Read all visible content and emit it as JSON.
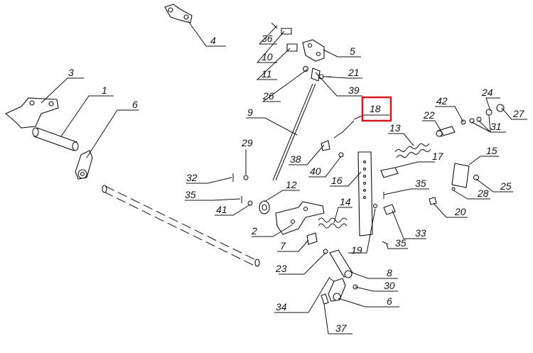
{
  "diagram": {
    "highlight_color": "#d7141a",
    "highlighted_part": "18",
    "callouts": {
      "c1": "1",
      "c2": "2",
      "c3": "3",
      "c4": "4",
      "c5": "5",
      "c6a": "6",
      "c6b": "6",
      "c7": "7",
      "c8": "8",
      "c9": "9",
      "c10": "10",
      "c11": "11",
      "c12": "12",
      "c13": "13",
      "c14": "14",
      "c15": "15",
      "c16": "16",
      "c17": "17",
      "c18": "18",
      "c19": "19",
      "c20": "20",
      "c21": "21",
      "c22": "22",
      "c23": "23",
      "c24": "24",
      "c25": "25",
      "c26": "26",
      "c27": "27",
      "c28": "28",
      "c29": "29",
      "c30": "30",
      "c31": "31",
      "c32": "32",
      "c33": "33",
      "c34": "34",
      "c35a": "35",
      "c35b": "35",
      "c35c": "35",
      "c36": "36",
      "c37": "37",
      "c38": "38",
      "c39": "39",
      "c40": "40",
      "c41": "41",
      "c42": "42"
    }
  }
}
